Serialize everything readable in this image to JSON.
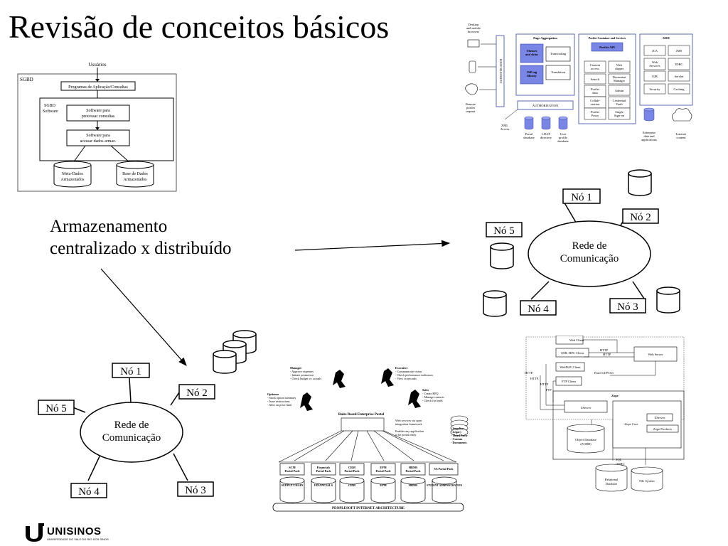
{
  "slide": {
    "title": "Revisão de conceitos básicos",
    "caption_line1": "Armazenamento",
    "caption_line2": "centralizado x distribuído"
  },
  "sgbd_diagram": {
    "users": "Usuários",
    "system": "SGBD",
    "programs": "Programas de Aplicação/Consultas",
    "software": "SGBD Software",
    "software_l1": "SGBD",
    "software_l2": "Software",
    "query_proc_l1": "Software para",
    "query_proc_l2": "processar consultas",
    "data_access_l1": "Software para",
    "data_access_l2": "acessar dados armaz.",
    "metadata_l1": "Meta-Dados",
    "metadata_l2": "Armazenados",
    "database_l1": "Base de Dados",
    "database_l2": "Armazenados"
  },
  "portal_diagram": {
    "clients_l1": "Desktop",
    "clients_l2": "and mobile",
    "clients_l3": "browsers",
    "remote_l1": "Remote",
    "remote_l2": "portlet",
    "remote_l3": "request",
    "xml_l1": "XML",
    "xml_l2": "Access",
    "authentication": "AUTHENTICATION",
    "page_aggregation": "Page Aggregation",
    "themes_l1": "Themes",
    "themes_l2": "and skins",
    "transcoding": "Transcoding",
    "jsp_l1": "JSP tag",
    "jsp_l2": "library",
    "translation": "Translation",
    "authorization": "AUTHORIZATION",
    "portlet_db_l1": "Portal",
    "portlet_db_l2": "database",
    "ldap_l1": "LDAP",
    "ldap_l2": "directory",
    "user_db_l1": "User",
    "user_db_l2": "profile",
    "user_db_l3": "database",
    "container": "Portlet Container and Services",
    "portlet_api": "Portlet API",
    "content_access_l1": "Content",
    "content_access_l2": "access",
    "web_clipper_l1": "Web",
    "web_clipper_l2": "clipper",
    "search": "Search",
    "doc_mgr_l1": "Document",
    "doc_mgr_l2": "Manager",
    "portlet_data_l1": "Portlet",
    "portlet_data_l2": "data",
    "admin": "Admin",
    "collab_l1": "Collab-",
    "collab_l2": "oration",
    "cred_vault_l1": "Credential",
    "cred_vault_l2": "Vault",
    "portlet_proxy_l1": "Portlet",
    "portlet_proxy_l2": "Proxy",
    "sso_l1": "Single",
    "sso_l2": "Sign-on",
    "j2ee": "J2EE",
    "jca": "JCA",
    "jms": "JMS",
    "web_services_l1": "Web",
    "web_services_l2": "Services",
    "jdbc": "JDBC",
    "ejb": "EJB",
    "servlet": "Servlet",
    "security": "Security",
    "caching": "Caching",
    "enterprise_l1": "Enterprise",
    "enterprise_l2": "data and",
    "enterprise_l3": "applications",
    "internet_l1": "Internet",
    "internet_l2": "content"
  },
  "network_top": {
    "node1": "Nó 1",
    "node2": "Nó 2",
    "node3": "Nó 3",
    "node4": "Nó 4",
    "node5": "Nó 5",
    "network_l1": "Rede de",
    "network_l2": "Comunicação"
  },
  "network_bottom": {
    "node1": "Nó 1",
    "node2": "Nó 2",
    "node3": "Nó 3",
    "node4": "Nó 4",
    "node5": "Nó 5",
    "network_l1": "Rede de",
    "network_l2": "Comunicação"
  },
  "peoplesoft": {
    "manager": "Manager",
    "manager_items": [
      "- Approve expenses",
      "- Initiate promotion",
      "- Check budget vs. actuals"
    ],
    "executive": "Executive",
    "executive_items": [
      "- Communicate vision",
      "- Check performance indicators",
      "- View scorecards"
    ],
    "options": "Optionee",
    "options_items": [
      "- Stock option summary",
      "- Issue instructions",
      "- Alert on price limit"
    ],
    "sales": "Sales",
    "sales_items": [
      "- Create RFQ",
      "- Manage contacts",
      "- Check for leads"
    ],
    "portal": "Roles Based Enterprise Portal",
    "web_services_l1": "Web services via open",
    "web_services_l2": "integration framework",
    "enables_l1": "Enables any application",
    "enables_l2": "to be portal ready",
    "sources": [
      "- Suppliers",
      "- Legacy",
      "- Third Party",
      "- Custom",
      "- Documents"
    ],
    "packs": [
      {
        "l1": "SCM",
        "l2": "Portal Pack",
        "module": "SUPPLY CHAIN"
      },
      {
        "l1": "Financials",
        "l2": "Portal Pack",
        "module": "FINANCIALS"
      },
      {
        "l1": "CRM",
        "l2": "Portal Pack",
        "module": "CRM"
      },
      {
        "l1": "EPM",
        "l2": "Portal Pack",
        "module": "EPM"
      },
      {
        "l1": "HRMS",
        "l2": "Portal Pack",
        "module": "HRMS"
      },
      {
        "l1": "SA Portal Pack",
        "l2": "",
        "module": "STUDENT ADMINISTRATION"
      }
    ],
    "architecture": "PEOPLESOFT INTERNET ARCHITECTURE"
  },
  "zope": {
    "web_client": "Web Client",
    "xmlrpc_client": "XML-RPC Client",
    "webdav_client": "WebDAV Client",
    "ftp_client": "FTP Client",
    "web_server": "Web Server",
    "http1": "HTTP",
    "http2": "HTTP",
    "http3": "HTTP",
    "http4": "HTTP",
    "http5": "HTTP",
    "ftp": "FTP",
    "fastcgi": "FastCGI/PCGI",
    "zope": "Zope",
    "zserver": "ZServer",
    "zope_core": "Zope Core",
    "zserves": "ZServes",
    "zope_products": "Zope Products",
    "odb_l1": "Object Database",
    "odb_l2": "(ZODB)",
    "sql": "SQL",
    "odbc": "ODBC",
    "rel_db_l1": "Relational",
    "rel_db_l2": "Database",
    "file_system": "File System"
  },
  "logo": {
    "name": "UNISINOS",
    "subtitle": "UNIVERSIDADE DO VALE DO RIO DOS SINOS"
  }
}
